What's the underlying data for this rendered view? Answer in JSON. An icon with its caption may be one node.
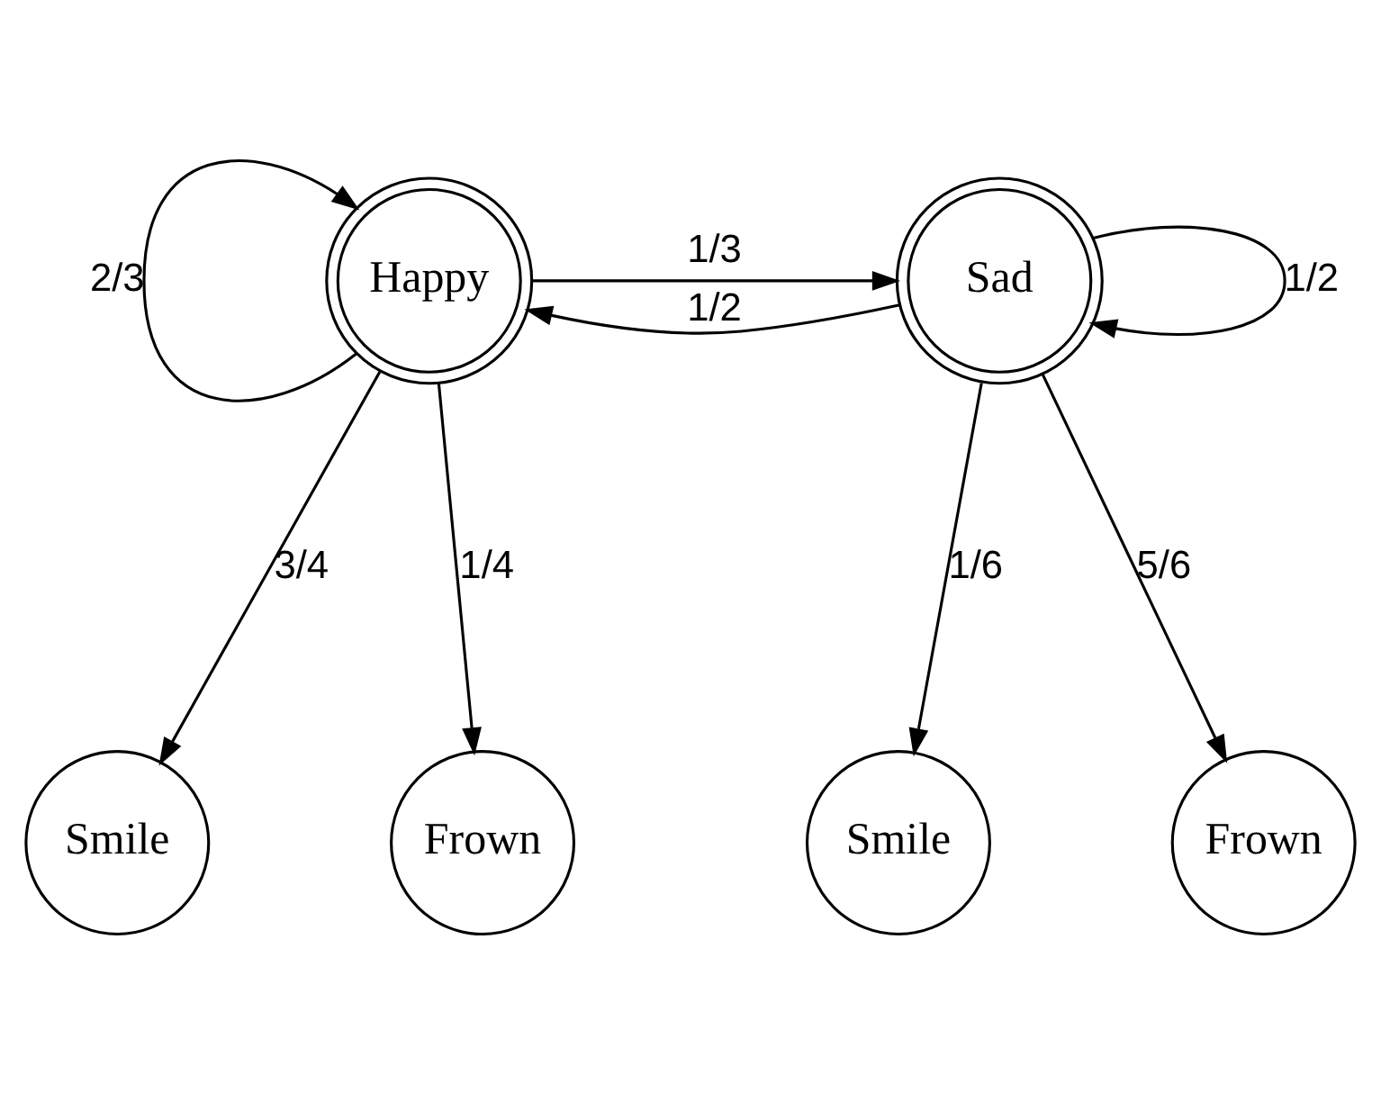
{
  "diagram": {
    "nodes": [
      {
        "text": [
          "Happy"
        ]
      },
      {
        "text": [
          "Sad"
        ]
      },
      {
        "text": [
          "Smile"
        ]
      },
      {
        "text": [
          "Frown"
        ]
      },
      {
        "text": [
          "Smile"
        ]
      },
      {
        "text": [
          "Frown"
        ]
      }
    ],
    "edges": [
      {
        "from": 0,
        "to": 0,
        "arrow": "to",
        "label": "2/3"
      },
      {
        "from": 0,
        "to": 1,
        "arrow": "to",
        "label": "1/3"
      },
      {
        "from": 1,
        "to": 1,
        "arrow": "to",
        "label": "1/2"
      },
      {
        "from": 1,
        "to": 0,
        "arrow": "to",
        "label": "1/2"
      },
      {
        "from": 0,
        "to": 2,
        "arrow": "to",
        "label": "3/4"
      },
      {
        "from": 0,
        "to": 3,
        "arrow": "to",
        "label": "1/4"
      },
      {
        "from": 1,
        "to": 4,
        "arrow": "to",
        "label": "1/6"
      },
      {
        "from": 1,
        "to": 5,
        "arrow": "to",
        "label": "5/6"
      }
    ]
  }
}
